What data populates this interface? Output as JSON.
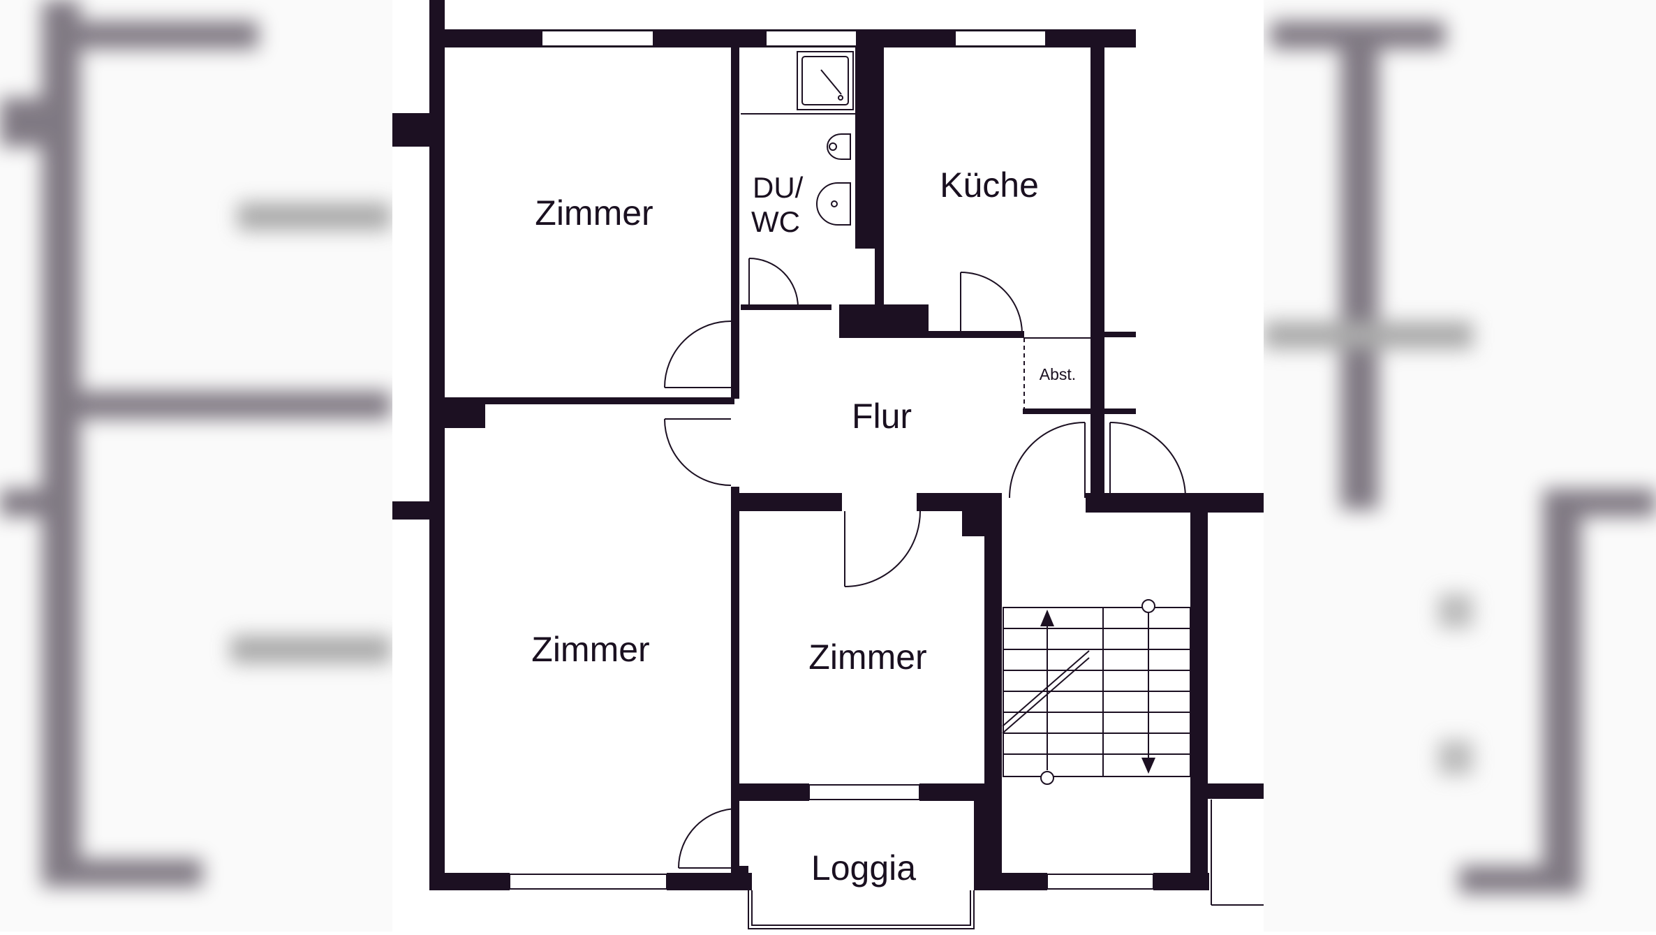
{
  "floorplan": {
    "rooms": {
      "zimmer_top_left": "Zimmer",
      "du_wc_line1": "DU/",
      "du_wc_line2": "WC",
      "kueche": "Küche",
      "abstellraum": "Abst.",
      "flur": "Flur",
      "zimmer_bottom_left": "Zimmer",
      "zimmer_middle": "Zimmer",
      "loggia": "Loggia"
    },
    "colors": {
      "wall": "#1c1022",
      "background": "#ffffff",
      "line": "#1c1022"
    }
  }
}
